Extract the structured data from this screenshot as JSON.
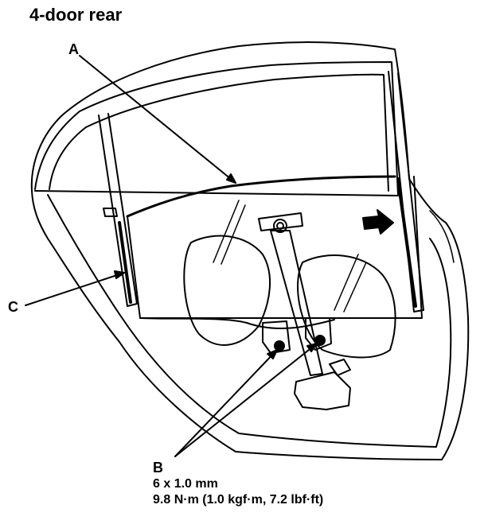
{
  "title": "4-door rear",
  "callouts": {
    "a": "A",
    "b": "B",
    "c": "C"
  },
  "specs": {
    "bolt_size": "6 x 1.0 mm",
    "torque": "9.8 N·m (1.0 kgf·m, 7.2 lbf·ft)"
  }
}
